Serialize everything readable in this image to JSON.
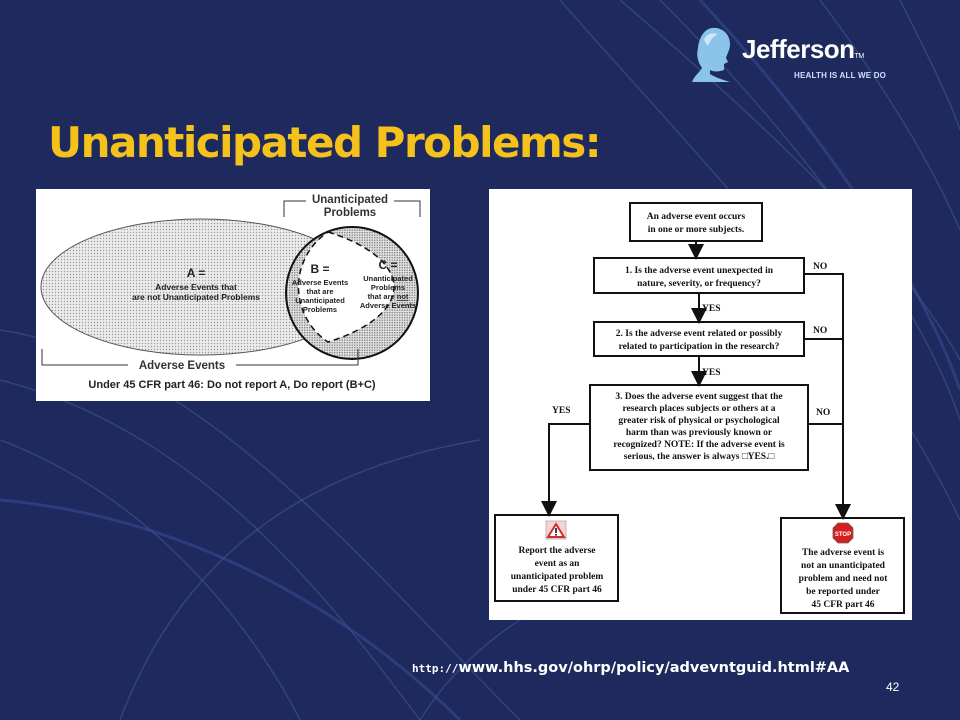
{
  "slide": {
    "title": "Unanticipated Problems:",
    "page_number": "42",
    "url_protocol": "http://",
    "url_rest": "www.hhs.gov/ohrp/policy/advevntguid.html#AA"
  },
  "logo": {
    "name": "Jefferson",
    "tm": "TM",
    "tagline": "HEALTH IS ALL WE DO"
  },
  "venn": {
    "top_label_1": "Unanticipated",
    "top_label_2": "Problems",
    "a_title": "A =",
    "a_line1": "Adverse Events that",
    "a_line2": "are not Unanticipated Problems",
    "b_title": "B =",
    "b_line1": "Adverse Events",
    "b_line2": "that are",
    "b_line3": "Unanticipated",
    "b_line4": "Problems",
    "c_title": "C =",
    "c_line1": "Unanticipated",
    "c_line2": "Problems",
    "c_line3_pre": "that are ",
    "c_line3_ul": "not",
    "c_line4": "Adverse Events",
    "bottom_label": "Adverse Events",
    "footer": "Under 45 CFR part 46: Do not report A, Do report  (B+C)"
  },
  "flow": {
    "start_1": "An adverse event occurs",
    "start_2": "in one or more subjects.",
    "q1_1": "1. Is the adverse event unexpected in",
    "q1_2": "nature, severity, or frequency?",
    "q2_1": "2. Is the adverse event related or possibly",
    "q2_2": "related to participation in the research?",
    "q3_1": "3. Does the adverse event suggest that the",
    "q3_2": "research places subjects or others at a",
    "q3_3": "greater risk of physical or psychological",
    "q3_4": "harm than was previously known or",
    "q3_5": "recognized?  NOTE: If the adverse event is",
    "q3_6": "serious, the answer is always □YES.□",
    "yes": "YES",
    "no": "NO",
    "report_1": "Report the adverse",
    "report_2": "event as an",
    "report_3": "unanticipated problem",
    "report_4": "under 45 CFR part 46",
    "stop_sign": "STOP",
    "noreport_1": "The adverse event is",
    "noreport_2": "not an unanticipated",
    "noreport_3": "problem and need not",
    "noreport_4": "be reported under",
    "noreport_5": "45 CFR part 46",
    "colors": {
      "warning": "#d22d2d",
      "stop": "#d41f1f"
    }
  }
}
